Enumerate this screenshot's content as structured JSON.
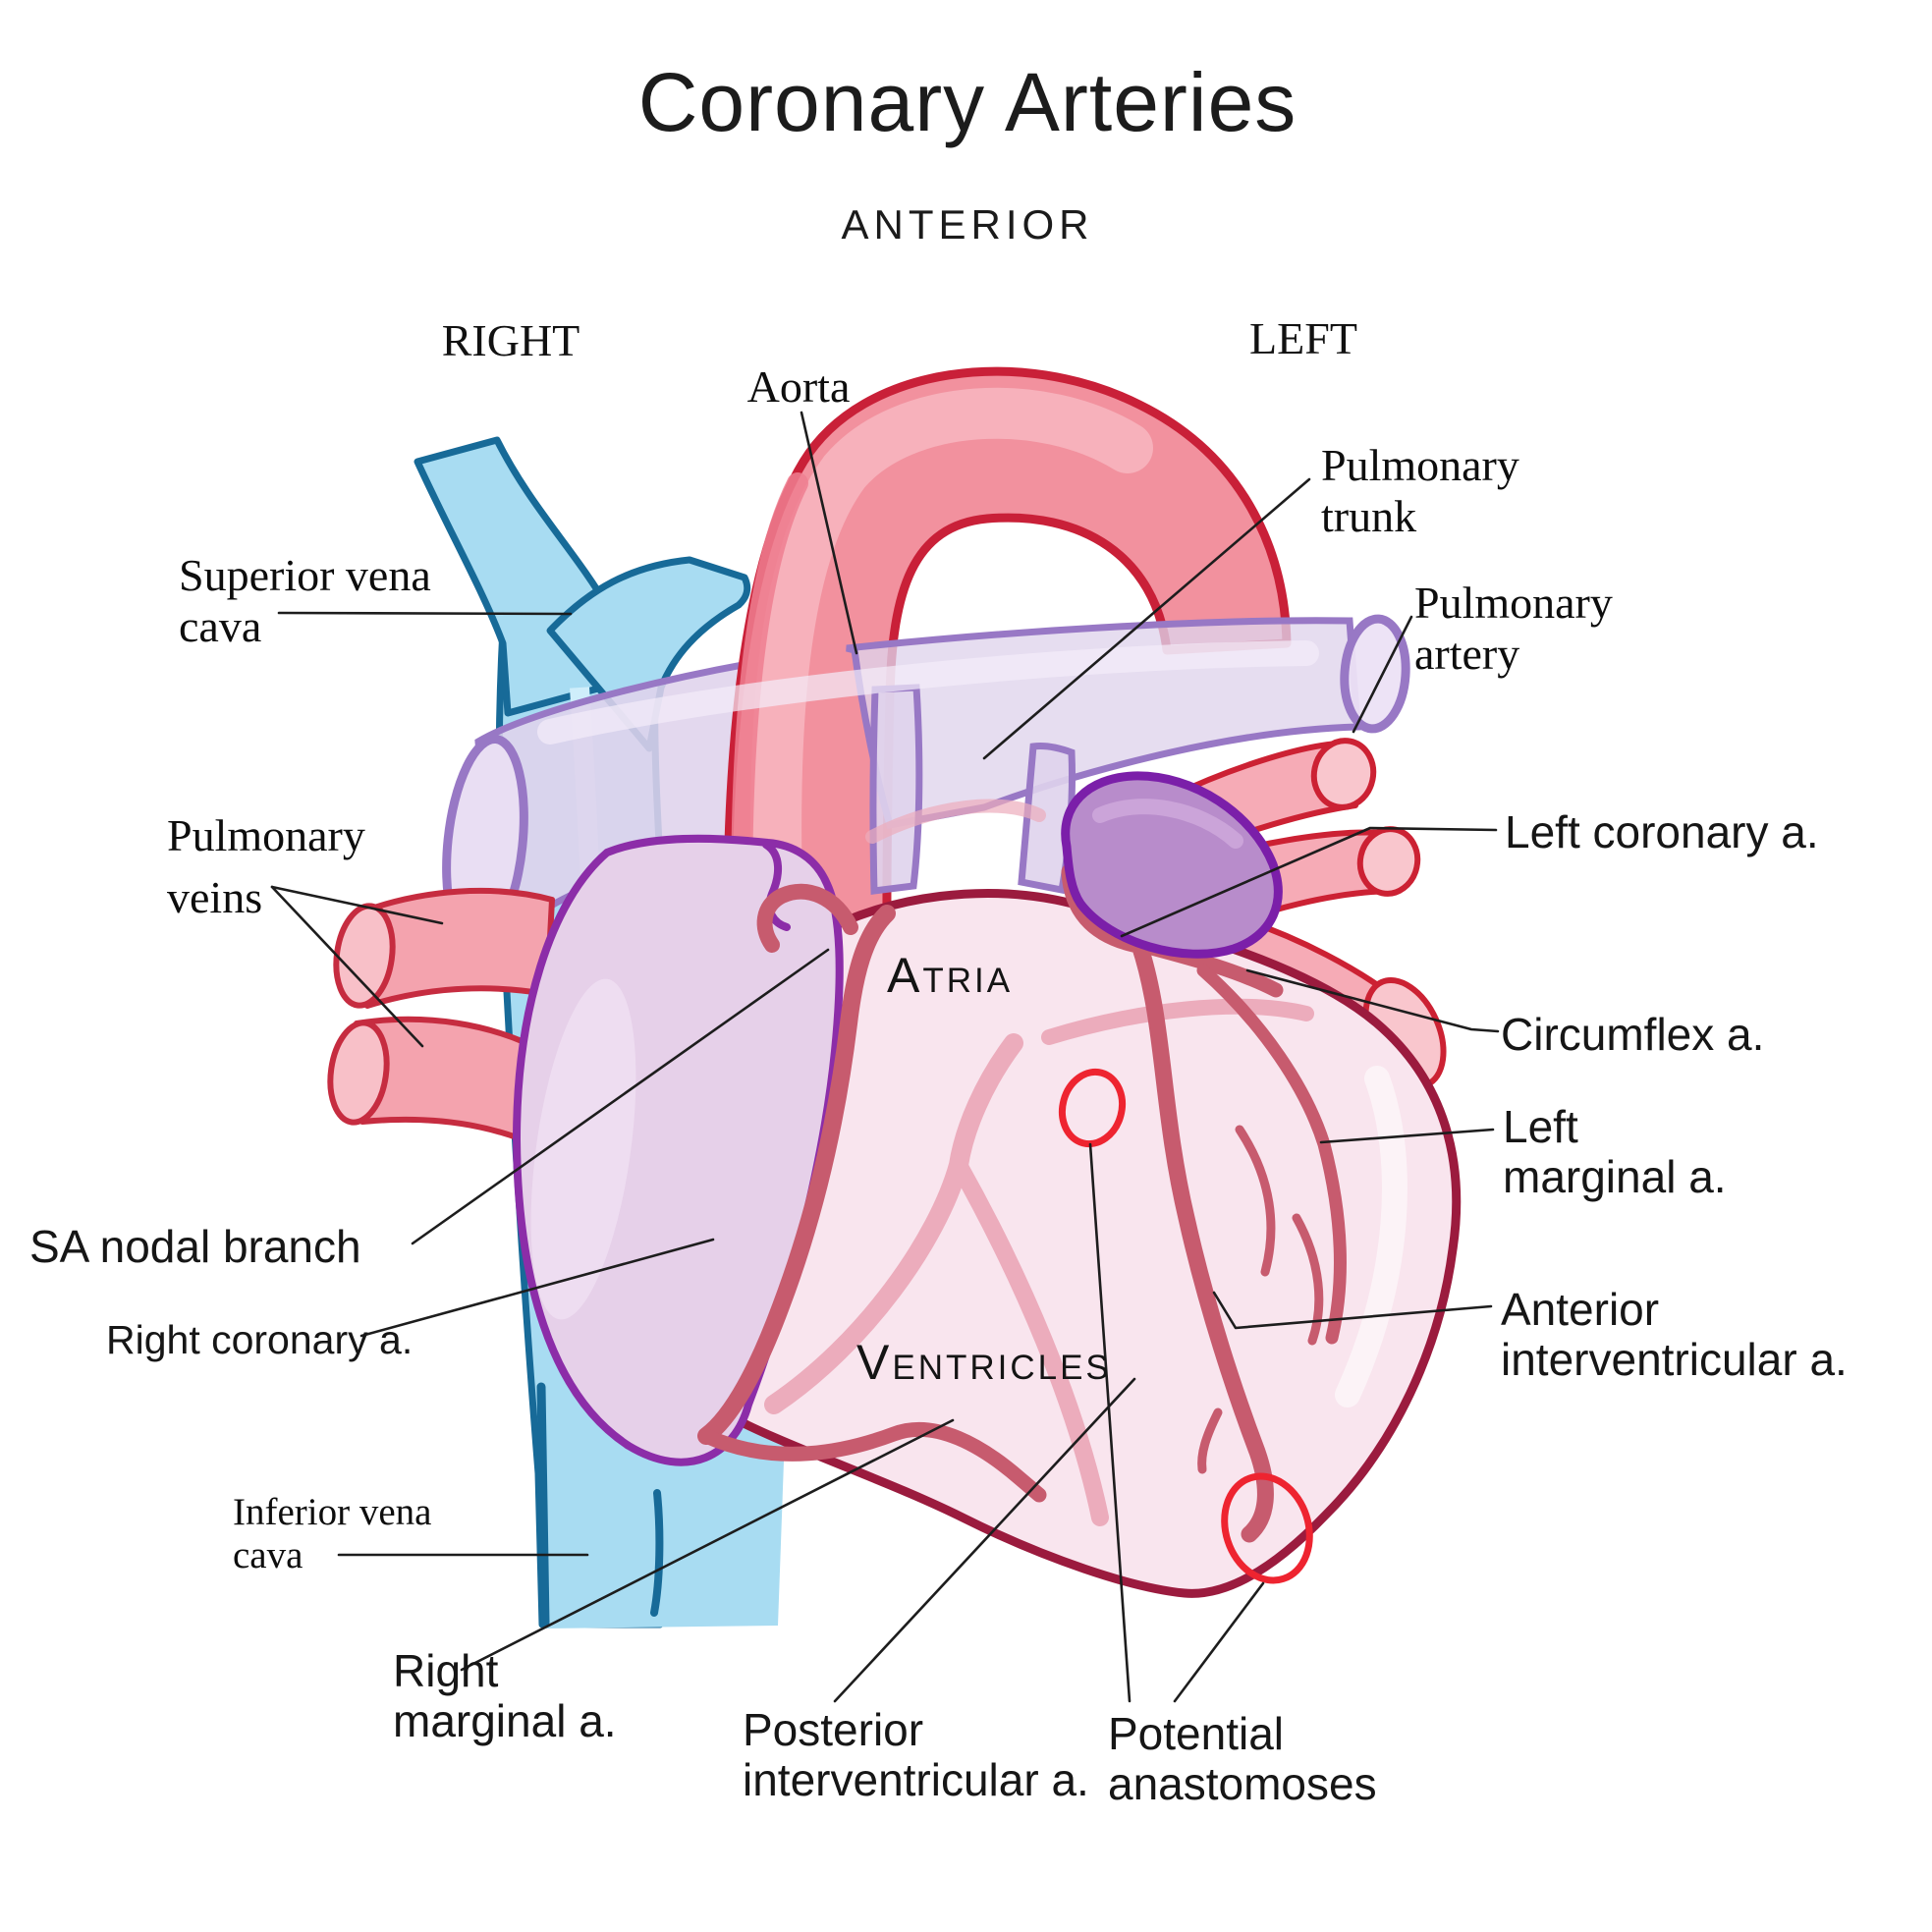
{
  "title": "Coronary Arteries",
  "orientation": "ANTERIOR",
  "sides": {
    "right": "RIGHT",
    "left": "LEFT"
  },
  "regions": {
    "atria": "Atria",
    "ventricles": "Ventricles"
  },
  "labels": {
    "aorta": "Aorta",
    "pulmonary_trunk": "Pulmonary\ntrunk",
    "pulmonary_artery": "Pulmonary\nartery",
    "superior_vena_cava": "Superior vena\ncava",
    "pulmonary_veins": "Pulmonary\nveins",
    "sa_nodal_branch": "SA nodal branch",
    "right_coronary": "Right coronary a.",
    "inferior_vena_cava": "Inferior vena\ncava",
    "right_marginal": "Right\nmarginal a.",
    "posterior_interventricular": "Posterior\ninterventricular a.",
    "potential_anastomoses": "Potential\nanastomoses",
    "left_coronary": "Left coronary a.",
    "circumflex": "Circumflex a.",
    "left_marginal": "Left\nmarginal a.",
    "anterior_interventricular": "Anterior\ninterventricular a."
  },
  "colors": {
    "aorta_fill": "#f2919e",
    "aorta_stroke": "#c92038",
    "vein_blue": "#a8dcf2",
    "vein_blue_stroke": "#176a98",
    "pulmonary_lavender": "#dfd3ec",
    "pulmonary_lavender_stroke": "#9878c5",
    "atrium_fill": "#e6d0e9",
    "atrium_stroke": "#8c2da8",
    "appendage_fill": "#b88ccb",
    "appendage_stroke": "#7b1fa9",
    "heart_fill": "#f9e5ee",
    "heart_stroke": "#9b1b3e",
    "coronary_artery": "#c75b6e",
    "background_vessel": "#ecacbc",
    "pulmonary_vein_pink": "#f6abb6",
    "pulmonary_vein_pink_stroke": "#cc2133",
    "anastomosis_ring": "#ee2430",
    "leader_line": "#1d1d1d"
  }
}
